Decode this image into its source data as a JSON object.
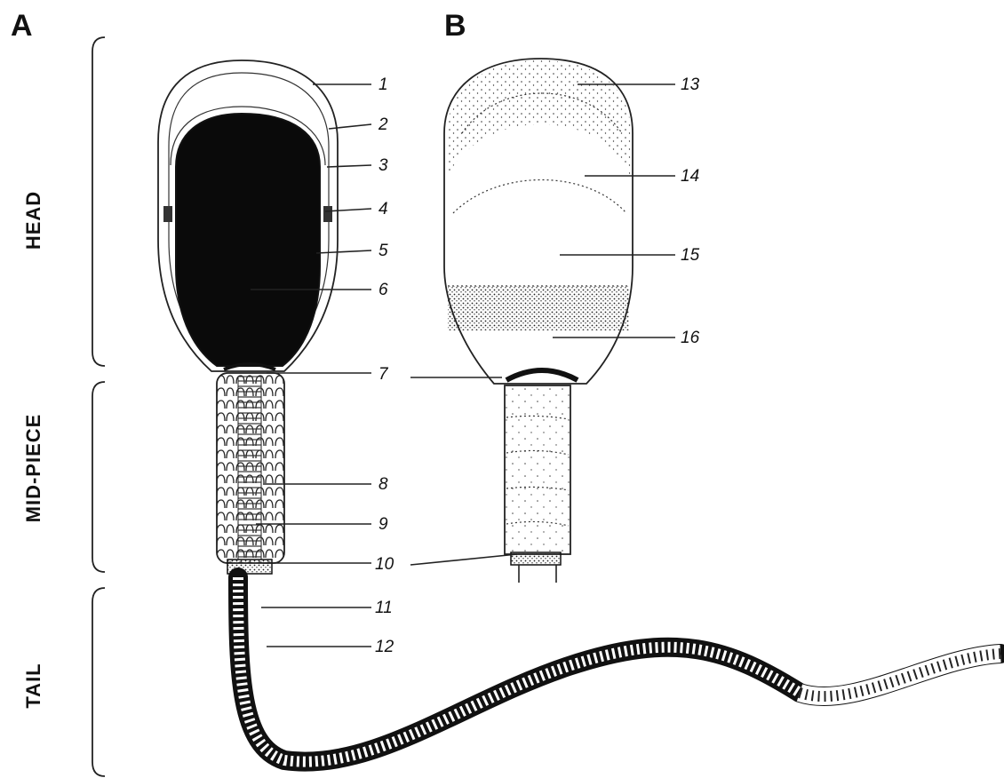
{
  "panels": {
    "a": "A",
    "b": "B"
  },
  "regions": {
    "head": "HEAD",
    "mid_piece": "MID-PIECE",
    "tail": "TAIL"
  },
  "callouts": [
    "1",
    "2",
    "3",
    "4",
    "5",
    "6",
    "7",
    "8",
    "9",
    "10",
    "11",
    "12",
    "13",
    "14",
    "15",
    "16"
  ],
  "colors": {
    "ink": "#111111",
    "nucleus": "#0a0a0a",
    "background": "#ffffff"
  }
}
